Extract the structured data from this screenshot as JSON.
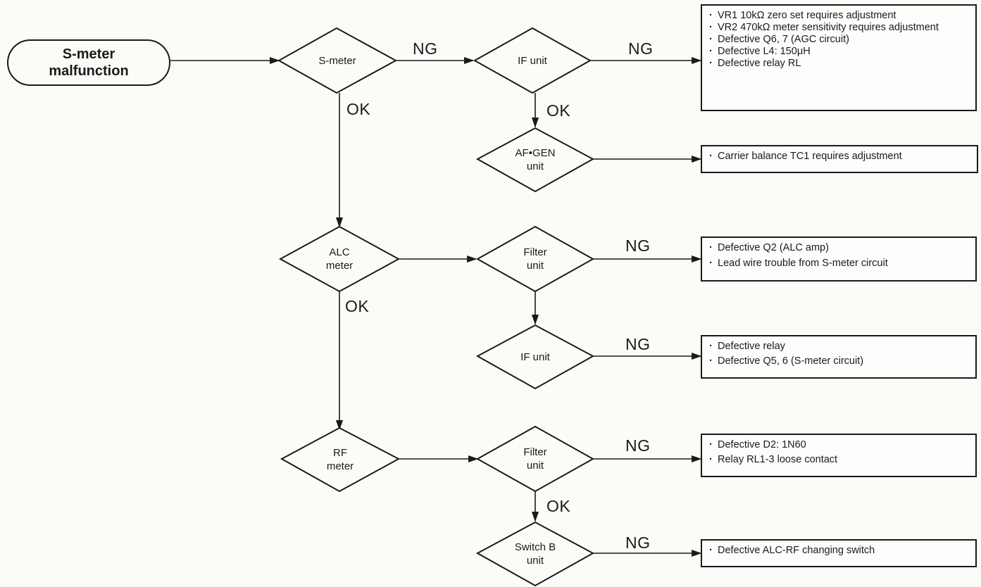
{
  "start": {
    "label_line1": "S-meter",
    "label_line2": "malfunction"
  },
  "decisions": {
    "s_meter": {
      "line1": "S-meter",
      "line2": ""
    },
    "if_unit_1": {
      "line1": "IF unit",
      "line2": ""
    },
    "af_gen_unit": {
      "line1": "AF•GEN",
      "line2": "unit"
    },
    "alc_meter": {
      "line1": "ALC",
      "line2": "meter"
    },
    "filter_unit_1": {
      "line1": "Filter",
      "line2": "unit"
    },
    "if_unit_2": {
      "line1": "IF unit",
      "line2": ""
    },
    "rf_meter": {
      "line1": "RF",
      "line2": "meter"
    },
    "filter_unit_2": {
      "line1": "Filter",
      "line2": "unit"
    },
    "switch_b_unit": {
      "line1": "Switch B",
      "line2": "unit"
    }
  },
  "edge_labels": {
    "ng": "NG",
    "ok": "OK"
  },
  "results": {
    "if_unit_1": [
      "VR1 10kΩ zero set requires adjustment",
      "VR2 470kΩ meter sensitivity requires adjustment",
      "Defective Q6, 7 (AGC circuit)",
      "Defective L4: 150μH",
      "Defective relay RL"
    ],
    "af_gen_unit": [
      "Carrier balance TC1 requires adjustment"
    ],
    "filter_unit_1": [
      "Defective Q2 (ALC amp)",
      "Lead wire trouble from S-meter circuit"
    ],
    "if_unit_2": [
      "Defective relay",
      "Defective Q5, 6 (S-meter circuit)"
    ],
    "filter_unit_2": [
      "Defective D2: 1N60",
      "Relay RL1-3 loose contact"
    ],
    "switch_b_unit": [
      "Defective ALC-RF changing switch"
    ]
  }
}
